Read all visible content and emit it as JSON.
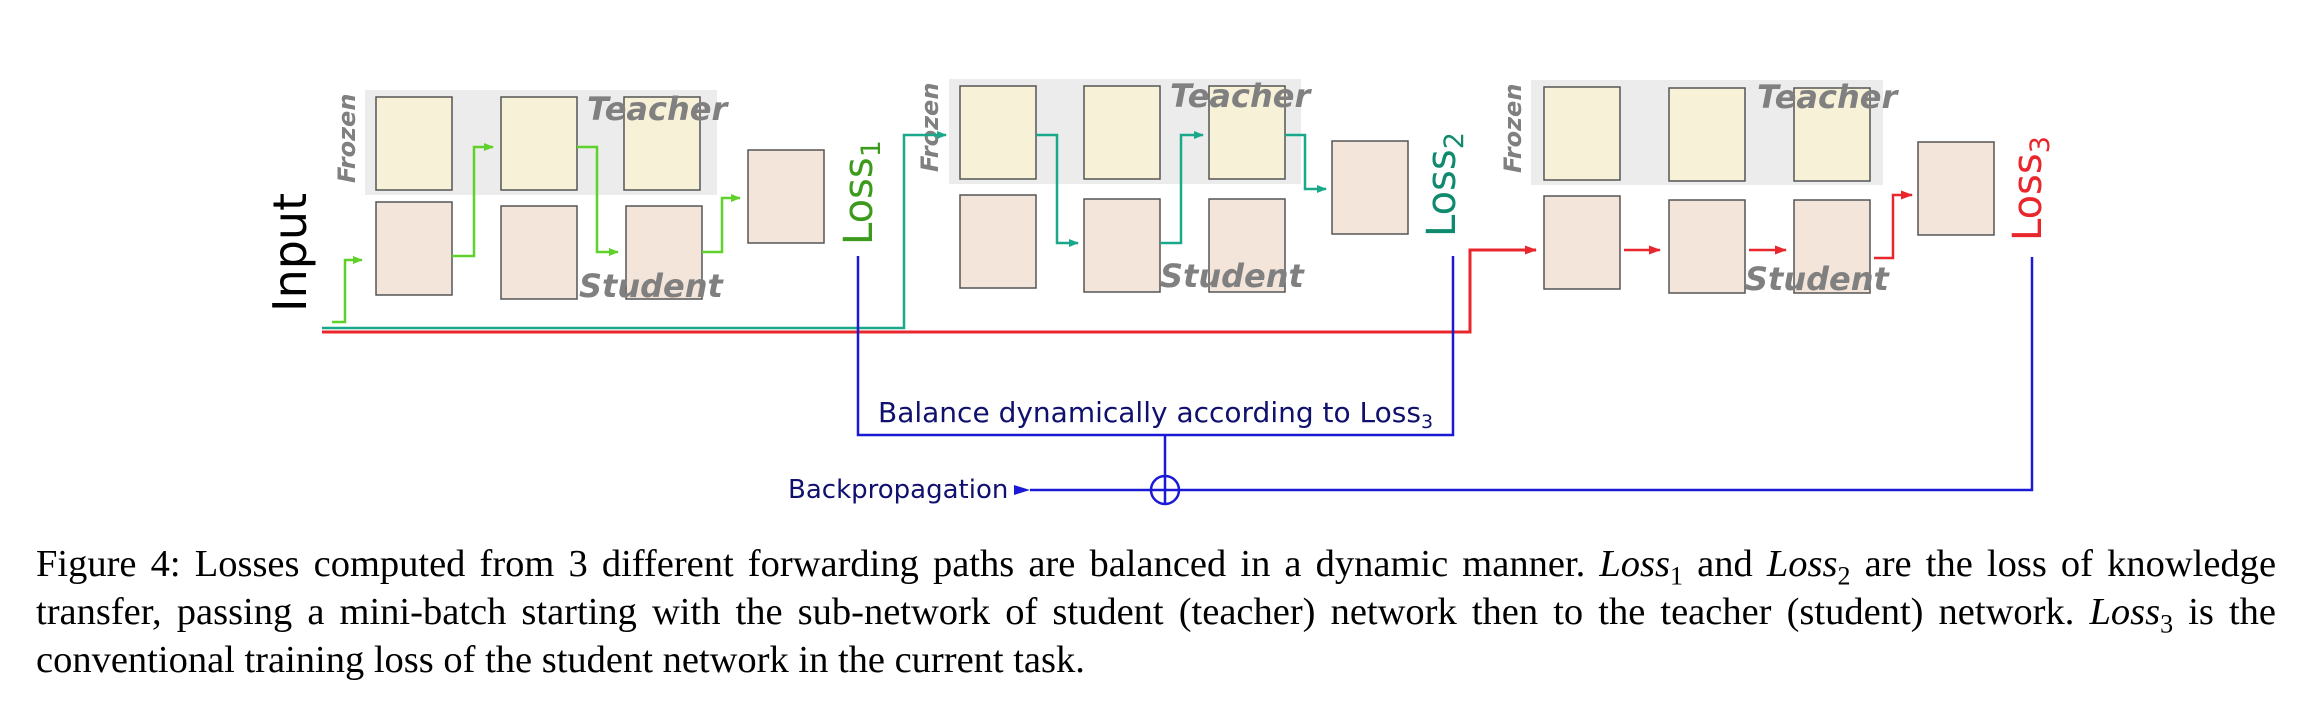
{
  "diagram": {
    "input_label": "Input",
    "frozen_label": "Frozen",
    "teacher_label": "Teacher",
    "student_label": "Student",
    "losses": [
      {
        "base": "Loss",
        "sub": "1",
        "color": "#3c9a1c"
      },
      {
        "base": "Loss",
        "sub": "2",
        "color": "#0f8a6e"
      },
      {
        "base": "Loss",
        "sub": "3",
        "color": "#e8262b"
      }
    ],
    "balance_text": "Balance dynamically according to Loss",
    "balance_sub": "3",
    "backprop_label": "Backpropagation",
    "colors": {
      "path1": "#5fd12a",
      "path2": "#1aa88a",
      "path3": "#e8262b",
      "balance": "#1a1ad6",
      "text_dark": "#10106e"
    }
  },
  "caption": {
    "prefix": "Figure 4: Losses computed from 3 different forwarding paths are balanced in a dynamic manner.",
    "loss_base": "Loss",
    "sub1": "1",
    "and_text": "and",
    "sub2": "2",
    "mid": "are the loss of knowledge transfer, passing a mini-batch starting with the sub-network of student (teacher) network then to the teacher (student) network.",
    "sub3": "3",
    "suffix": "is the conventional training loss of the student network in the current task."
  }
}
